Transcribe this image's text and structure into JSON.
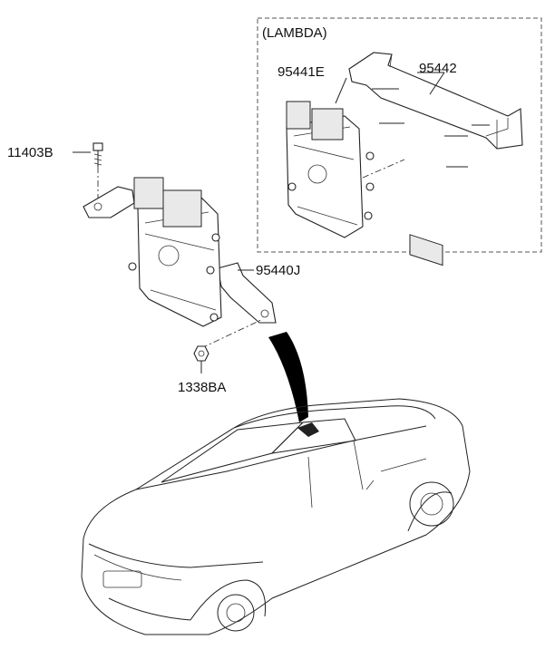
{
  "variant_label": "(LAMBDA)",
  "parts": {
    "bolt": "11403B",
    "ecu_main": "95440J",
    "nut": "1338BA",
    "ecu_lambda": "95441E",
    "bracket_lambda": "95442"
  }
}
